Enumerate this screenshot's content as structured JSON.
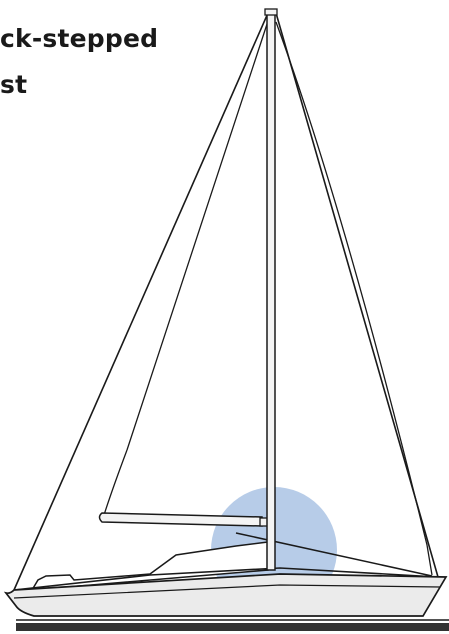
{
  "title": {
    "line1": "ck-stepped",
    "line2": "st"
  },
  "colors": {
    "outline": "#1a1a1a",
    "hull_fill": "#ebebeb",
    "mast_fill": "#f4f4f4",
    "highlight": "#9fbbe0"
  },
  "icons": {
    "highlight": "circle-highlight"
  }
}
